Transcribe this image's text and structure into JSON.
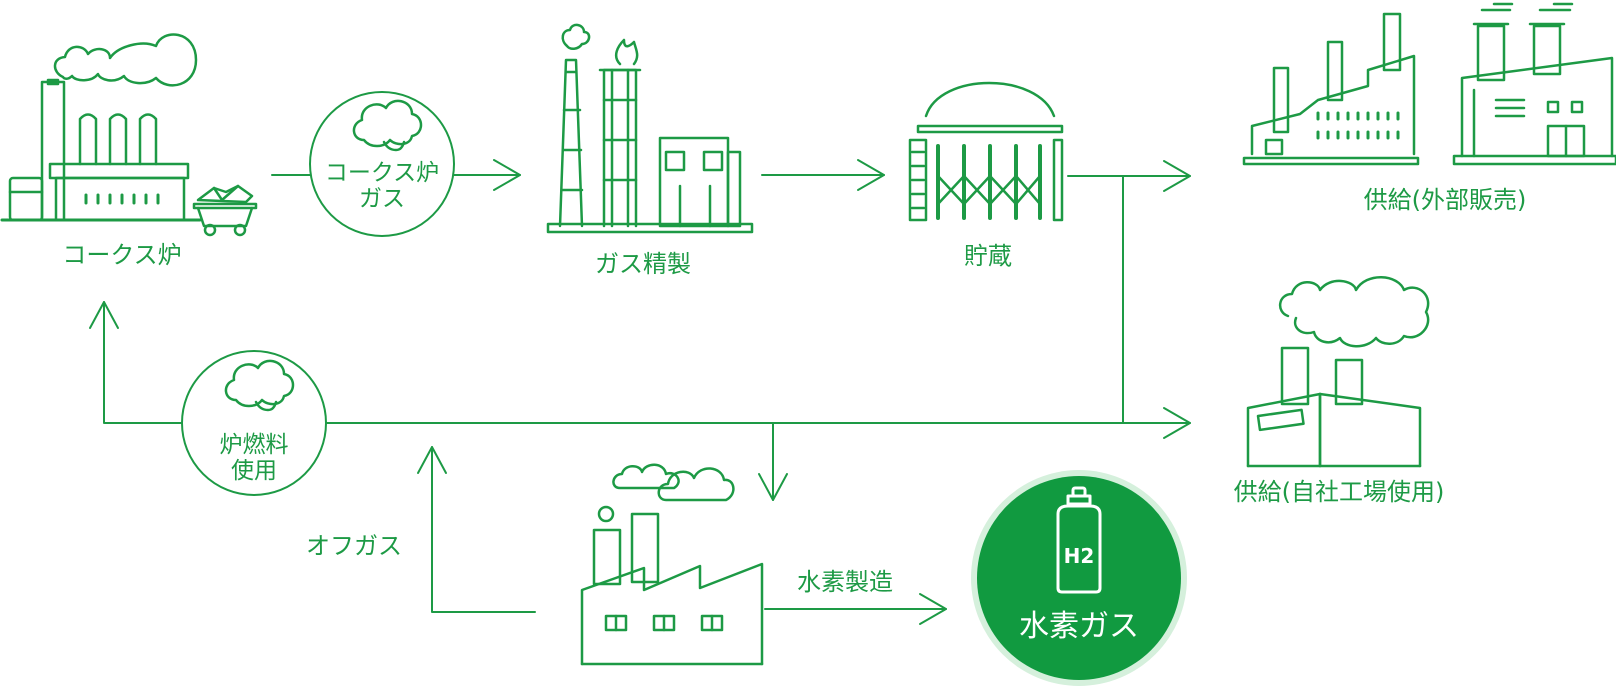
{
  "colors": {
    "line": "#1d9a45",
    "fill_dark": "#119a40",
    "halo": "#d5f0dc",
    "text_white": "#ffffff"
  },
  "nodes": {
    "coke_oven": {
      "label": "コークス炉"
    },
    "gas_refining": {
      "label": "ガス精製"
    },
    "storage": {
      "label": "貯蔵"
    },
    "supply_external": {
      "label": "供給(外部販売)"
    },
    "supply_inhouse": {
      "label": "供給(自社工場使用)"
    },
    "hydrogen_gas": {
      "label": "水素ガス",
      "cylinder_mark": "H2"
    }
  },
  "badges": {
    "coke_oven_gas": {
      "line1": "コークス炉",
      "line2": "ガス"
    },
    "furnace_fuel": {
      "line1": "炉燃料",
      "line2": "使用"
    }
  },
  "flow_labels": {
    "off_gas": "オフガス",
    "hydrogen_production": "水素製造"
  },
  "icons": [
    "factory-icon",
    "coal-cart-icon",
    "cloud-icon",
    "refinery-towers-icon",
    "gas-holder-icon",
    "industrial-buildings-icon",
    "plant-icon",
    "hydrogen-cylinder-icon"
  ]
}
